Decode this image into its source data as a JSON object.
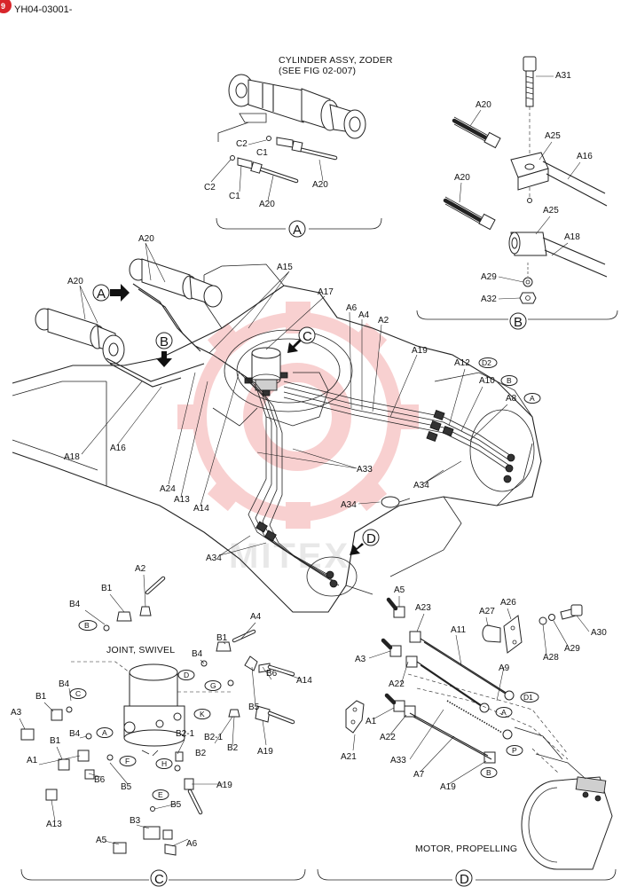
{
  "header": {
    "badge_text": "9",
    "doc_code": "YH04-03001-",
    "badge_color": "#d8262b"
  },
  "watermark": {
    "text": "MITEX",
    "color": "#e03030"
  },
  "captions": {
    "cylinder_line1": "CYLINDER ASSY, ZODER",
    "cylinder_line2": "(SEE FIG 02-007)",
    "joint_swivel": "JOINT, SWIVEL",
    "motor_propelling": "MOTOR, PROPELLING"
  },
  "sections": {
    "a": "A",
    "b": "B",
    "c": "C",
    "d": "D"
  },
  "arrows": {
    "a": "A",
    "b": "B",
    "c": "C",
    "d": "D"
  },
  "labels": {
    "a": {
      "c2_top": "C2",
      "c1_top": "C1",
      "c2_bot": "C2",
      "c1_bot": "C1",
      "a20_right": "A20",
      "a20_bottom": "A20"
    },
    "b": {
      "a31": "A31",
      "a20_top": "A20",
      "a25_top": "A25",
      "a16": "A16",
      "a20_mid": "A20",
      "a25_mid": "A25",
      "a18": "A18",
      "a29": "A29",
      "a32": "A32"
    },
    "main": {
      "a20_top": "A20",
      "a20_left": "A20",
      "a15": "A15",
      "a17": "A17",
      "a6": "A6",
      "a4": "A4",
      "a2": "A2",
      "a19": "A19",
      "a12": "A12",
      "a12_ref": "D2",
      "a10": "A10",
      "a10_ref": "B",
      "a8": "A8",
      "a8_ref": "A",
      "a18": "A18",
      "a16": "A16",
      "a24": "A24",
      "a13": "A13",
      "a14": "A14",
      "a33": "A33",
      "a34_right": "A34",
      "a34_mid": "A34",
      "a34_left": "A34"
    },
    "c": {
      "a2": "A2",
      "b1_top": "B1",
      "b4_top": "B4",
      "ref_b": "B",
      "b1_mid": "B1",
      "a4": "A4",
      "b4_mid": "B4",
      "ref_d": "D",
      "ref_g": "G",
      "a14": "A14",
      "b6_right": "B6",
      "b5_right": "B5",
      "b4_left": "B4",
      "ref_c": "C",
      "b1_left": "B1",
      "a3": "A3",
      "b4_low": "B4",
      "ref_a": "A",
      "ref_k": "K",
      "b2_1a": "B2-1",
      "b2_1b": "B2-1",
      "b2_right": "B2",
      "a19_right": "A19",
      "b1_low": "B1",
      "ref_f": "F",
      "ref_h": "H",
      "b2_low": "B2",
      "a1": "A1",
      "b5_mid": "B5",
      "b6_left": "B6",
      "a19_low": "A19",
      "ref_e": "E",
      "b5_low": "B5",
      "a13": "A13",
      "b3": "B3",
      "a5": "A5",
      "a6": "A6"
    },
    "d": {
      "a5": "A5",
      "a23": "A23",
      "a11": "A11",
      "a27": "A27",
      "a26": "A26",
      "a30": "A30",
      "a29": "A29",
      "a28": "A28",
      "a3": "A3",
      "a9": "A9",
      "a22_top": "A22",
      "ref_d1": "D1",
      "a1": "A1",
      "ref_a": "A",
      "a22_bot": "A22",
      "a21": "A21",
      "a33": "A33",
      "ref_p": "P",
      "a7": "A7",
      "ref_b": "B",
      "a19": "A19"
    }
  }
}
